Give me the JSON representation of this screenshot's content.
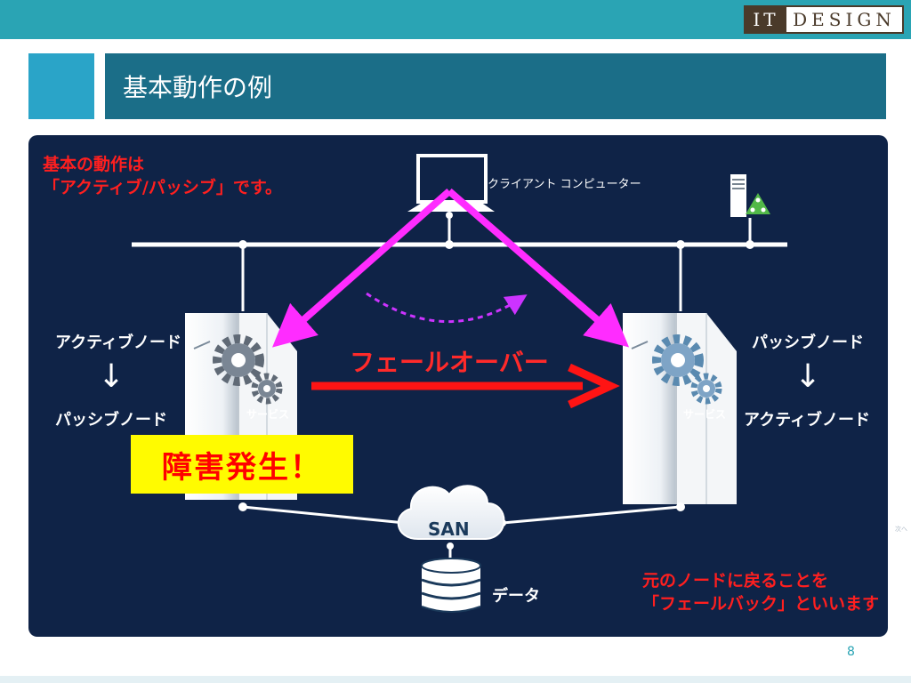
{
  "header": {
    "logo_it": "IT",
    "logo_design": "DESIGN",
    "title": "基本動作の例"
  },
  "diagram": {
    "note_top_line1": "基本の動作は",
    "note_top_line2": "「アクティブ/パッシブ」です。",
    "client_label": "クライアント コンピューター",
    "left_node_before": "アクティブノード",
    "left_arrow": "↓",
    "left_node_after": "パッシブノード",
    "right_node_before": "パッシブノード",
    "right_arrow": "↓",
    "right_node_after": "アクティブノード",
    "service_left": "サービス",
    "service_right": "サービス",
    "failover": "フェールオーバー",
    "fault": "障害発生！",
    "san": "SAN",
    "data": "データ",
    "note_bottom_line1": "元のノードに戻ることを",
    "note_bottom_line2": "「フェールバック」といいます",
    "next": "次へ"
  },
  "page_number": "8",
  "colors": {
    "topbar": "#2aa4b4",
    "panel": "#0f2347",
    "connection": "#ff2cff",
    "failover_arrow": "#ff1414",
    "fault_bg": "#fffb00"
  }
}
